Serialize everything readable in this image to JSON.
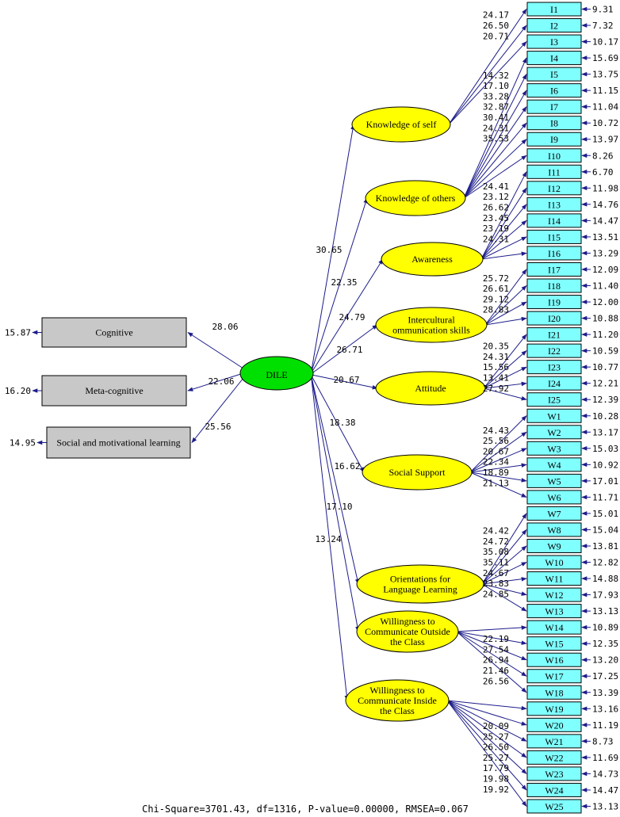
{
  "colors": {
    "edge": "#1c1c8a",
    "latent_fill": "#ffff00",
    "central_fill": "#00e000",
    "indicator_fill": "#80ffff",
    "outcome_fill": "#c8c8c8"
  },
  "central": {
    "name": "DILE"
  },
  "outcomes": [
    {
      "name": "Cognitive",
      "loading": "28.06",
      "error": "15.87"
    },
    {
      "name": "Meta-cognitive",
      "loading": "22.06",
      "error": "16.20"
    },
    {
      "name": "Social and motivational learning",
      "loading": "25.56",
      "error": "14.95"
    }
  ],
  "factors": [
    {
      "name": [
        "Knowledge of self"
      ],
      "loading": "30.65",
      "indicators": [
        "I1",
        "I2",
        "I3"
      ],
      "item_loadings": [
        "24.17",
        "26.50",
        "20.71"
      ]
    },
    {
      "name": [
        "Knowledge of others"
      ],
      "loading": "22.35",
      "indicators": [
        "I4",
        "I5",
        "I6",
        "I7",
        "I8",
        "I9",
        "I10"
      ],
      "item_loadings": [
        "14.32",
        "17.10",
        "33.28",
        "32.87",
        "30.41",
        "24.31",
        "35.53"
      ]
    },
    {
      "name": [
        "Awareness"
      ],
      "loading": "24.79",
      "indicators": [
        "I11",
        "I12",
        "I13",
        "I14",
        "I15",
        "I16"
      ],
      "item_loadings": [
        "24.41",
        "23.12",
        "26.62",
        "23.45",
        "23.19",
        "24.31"
      ]
    },
    {
      "name": [
        "Intercultural",
        "ommunication skills"
      ],
      "loading": "26.71",
      "indicators": [
        "I17",
        "I18",
        "I19",
        "I20"
      ],
      "item_loadings": [
        "25.72",
        "26.61",
        "29.12",
        "28.83"
      ]
    },
    {
      "name": [
        "Attitude"
      ],
      "loading": "20.67",
      "indicators": [
        "I21",
        "I22",
        "I23",
        "I24",
        "I25"
      ],
      "item_loadings": [
        "20.35",
        "24.31",
        "15.56",
        "13.41",
        "27.92"
      ]
    },
    {
      "name": [
        "Social Support"
      ],
      "loading": "18.38",
      "indicators": [
        "W1",
        "W2",
        "W3",
        "W4",
        "W5",
        "W6"
      ],
      "item_loadings": [
        "24.43",
        "25.56",
        "20.67",
        "22.34",
        "18.89",
        "21.13"
      ]
    },
    {
      "name": [
        "Orientations for",
        "Language Learning"
      ],
      "loading": "16.62",
      "indicators": [
        "W7",
        "W8",
        "W9",
        "W10",
        "W11",
        "W12",
        "W13"
      ],
      "item_loadings": [
        "24.42",
        "24.72",
        "35.08",
        "35.11",
        "24.67",
        "23.83",
        "24.85"
      ]
    },
    {
      "name": [
        "Willingness to",
        "Communicate Outside",
        "the Class"
      ],
      "loading": "17.10",
      "indicators": [
        "W14",
        "W15",
        "W16",
        "W17",
        "W18"
      ],
      "item_loadings": [
        "22.19",
        "27.54",
        "26.94",
        "21.46",
        "26.56"
      ]
    },
    {
      "name": [
        "Willingness to",
        "Communicate Inside",
        "the Class"
      ],
      "loading": "13.24",
      "indicators": [
        "W19",
        "W20",
        "W21",
        "W22",
        "W23",
        "W24",
        "W25"
      ],
      "item_loadings": [
        "20.09",
        "25.27",
        "26.50",
        "25.27",
        "17.79",
        "19.98",
        "19.92"
      ]
    }
  ],
  "indicator_errors": {
    "I1": "9.31",
    "I2": "7.32",
    "I3": "10.17",
    "I4": "15.69",
    "I5": "13.75",
    "I6": "11.15",
    "I7": "11.04",
    "I8": "10.72",
    "I9": "13.97",
    "I10": "8.26",
    "I11": "6.70",
    "I12": "11.98",
    "I13": "14.76",
    "I14": "14.47",
    "I15": "13.51",
    "I16": "13.29",
    "I17": "12.09",
    "I18": "11.40",
    "I19": "12.00",
    "I20": "10.88",
    "I21": "11.20",
    "I22": "10.59",
    "I23": "10.77",
    "I24": "12.21",
    "I25": "12.39",
    "W1": "10.28",
    "W2": "13.17",
    "W3": "15.03",
    "W4": "10.92",
    "W5": "17.01",
    "W6": "11.71",
    "W7": "15.01",
    "W8": "15.04",
    "W9": "13.81",
    "W10": "12.82",
    "W11": "14.88",
    "W12": "17.93",
    "W13": "13.13",
    "W14": "10.89",
    "W15": "12.35",
    "W16": "13.20",
    "W17": "17.25",
    "W18": "13.39",
    "W19": "13.16",
    "W20": "11.19",
    "W21": "8.73",
    "W22": "11.69",
    "W23": "14.73",
    "W24": "14.47",
    "W25": "13.13"
  },
  "fit_stats": "Chi-Square=3701.43, df=1316, P-value=0.00000, RMSEA=0.067"
}
